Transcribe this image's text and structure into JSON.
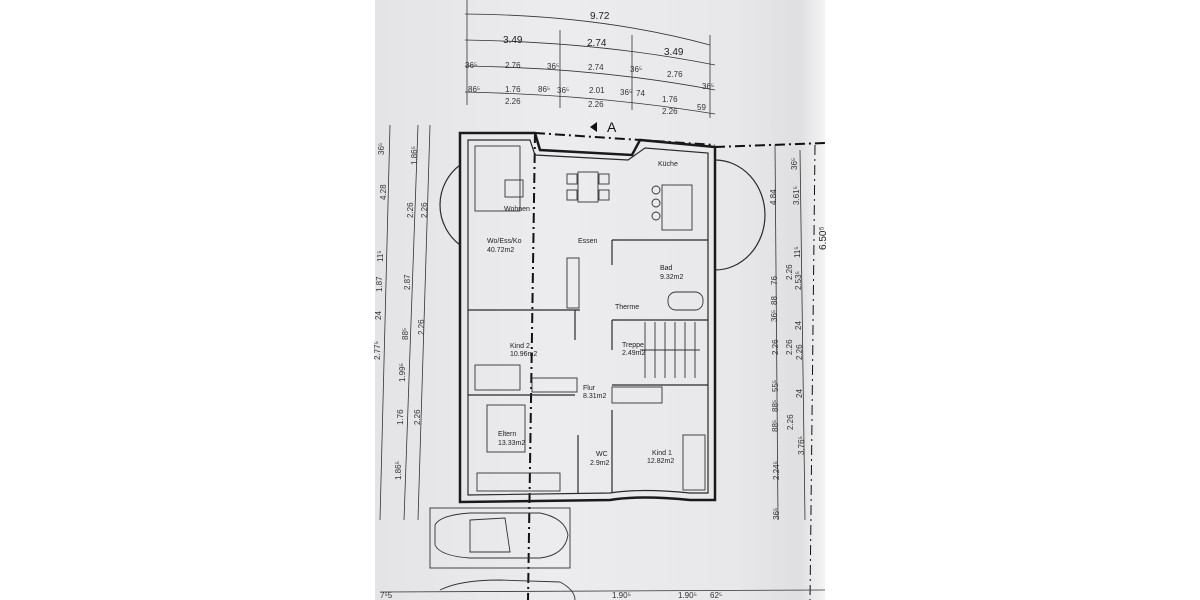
{
  "plan": {
    "section_marker": "A",
    "top_dimensions": {
      "total": "9.72",
      "row2": [
        "3.49",
        "2.74",
        "3.49"
      ],
      "row3": [
        "36⁵",
        "2.76",
        "36⁵",
        "2.74",
        "36⁵",
        "2.76",
        "36⁵"
      ],
      "row4": [
        "86⁵",
        "1.76",
        "86⁵",
        "36⁵",
        "2.01",
        "36⁵",
        "74",
        "1.76",
        "59"
      ],
      "row5": [
        "2.26",
        "2.26",
        "2.26"
      ]
    },
    "left_dimensions": {
      "outer": [
        "36⁵",
        "4.28",
        "11⁵",
        "1.87",
        "24",
        "2.77⁵"
      ],
      "middle": [
        "1.86⁵",
        "2.26",
        "2.87",
        "88⁵",
        "1.99⁵",
        "1.76",
        "1.86⁵"
      ],
      "inner": [
        "2.26",
        "2.26",
        "2.26"
      ]
    },
    "right_dimensions": {
      "inner": [
        "4.84",
        "76",
        "88",
        "36⁵",
        "2.26",
        "55⁵",
        "88⁵",
        "88⁵",
        "2.24⁵",
        "36⁵"
      ],
      "middle": [
        "2.26",
        "2.26",
        "2.26"
      ],
      "outer": [
        "36⁵",
        "3.61⁵",
        "11⁵",
        "2.53⁵",
        "24",
        "2.26",
        "24",
        "3.76⁵"
      ],
      "far": [
        "6.50⁵"
      ]
    },
    "rooms": [
      {
        "name": "Küche",
        "area": ""
      },
      {
        "name": "Wohnen",
        "area": ""
      },
      {
        "name": "Wo/Ess/Ko",
        "area": "40.72m2"
      },
      {
        "name": "Essen",
        "area": ""
      },
      {
        "name": "Bad",
        "area": "9.32m2"
      },
      {
        "name": "Therme",
        "area": ""
      },
      {
        "name": "Kind 2",
        "area": "10.96m2"
      },
      {
        "name": "Treppe",
        "area": "2.49m2"
      },
      {
        "name": "Flur",
        "area": "8.31m2"
      },
      {
        "name": "Eltern",
        "area": "13.33m2"
      },
      {
        "name": "WC",
        "area": "2.9m2"
      },
      {
        "name": "Kind 1",
        "area": "12.82m2"
      }
    ],
    "bottom_dimensions": [
      "7⁵5",
      "1.90⁵",
      "1.90⁵",
      "62⁵"
    ]
  }
}
